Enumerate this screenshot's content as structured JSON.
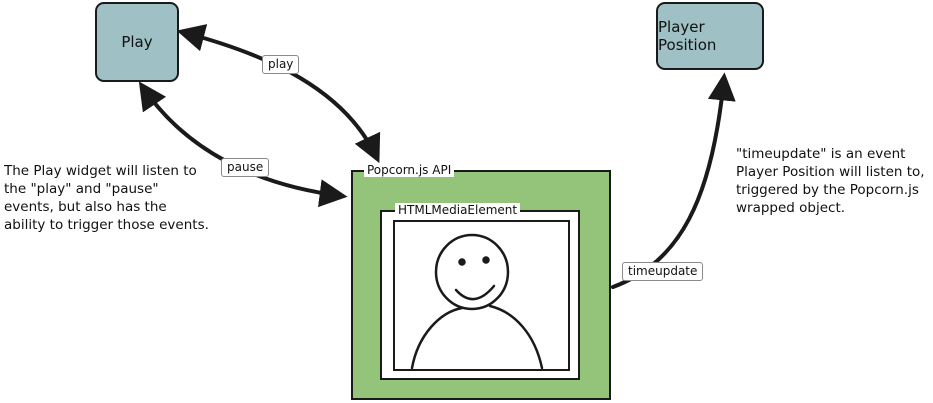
{
  "nodes": {
    "play": "Play",
    "player_position": "Player Position"
  },
  "edges": {
    "play": "play",
    "pause": "pause",
    "timeupdate": "timeupdate"
  },
  "containers": {
    "api": "Popcorn.js API",
    "media": "HTMLMediaElement"
  },
  "notes": {
    "left": "The Play widget will listen to the \"play\" and \"pause\" events, but also has the ability to trigger those events.",
    "right": "\"timeupdate\" is an event Player Position will listen to, triggered by the Popcorn.js wrapped object."
  },
  "colors": {
    "node_fill": "#9fc0c4",
    "api_fill": "#94c47a",
    "stroke": "#1a1a1a"
  },
  "icons": {
    "media_content": "smiley-face-icon"
  }
}
